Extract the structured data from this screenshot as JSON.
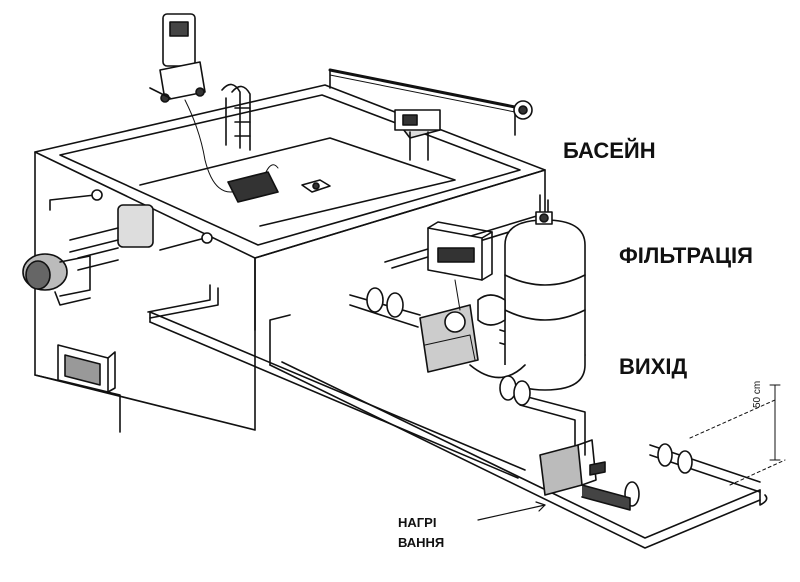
{
  "labels": {
    "pool": "БАСЕЙН",
    "filtration": "ФІЛЬТРАЦІЯ",
    "outlet": "ВИХІД",
    "heating_line1": "НАГРІ",
    "heating_line2": "ВАННЯ",
    "dimension": "50 cm"
  },
  "colors": {
    "line": "#111111",
    "fill": "#ffffff",
    "shade": "#cfcfcf",
    "dark": "#555555"
  }
}
